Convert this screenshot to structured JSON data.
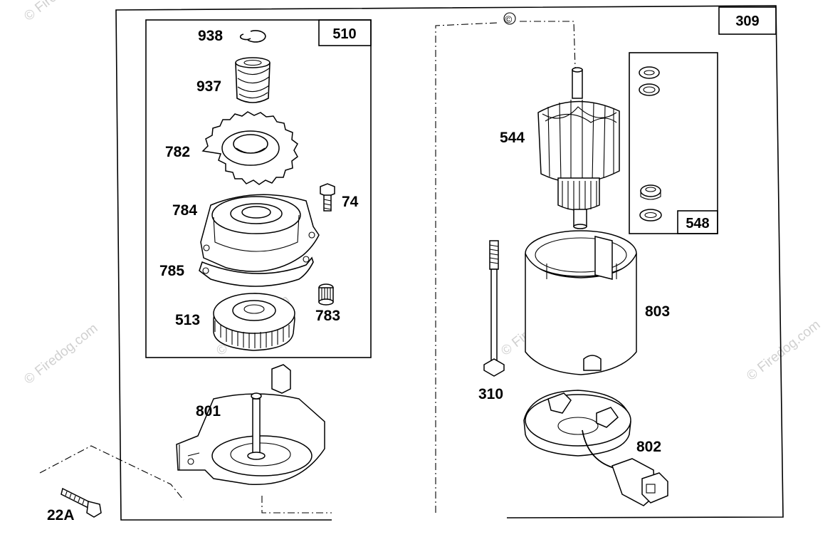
{
  "boxes": {
    "main": "309",
    "gear_assembly": "510",
    "washers": "548"
  },
  "parts": {
    "p938": "938",
    "p937": "937",
    "p782": "782",
    "p784": "784",
    "p74": "74",
    "p785": "785",
    "p513": "513",
    "p783": "783",
    "p801": "801",
    "p22a": "22A",
    "p544": "544",
    "p310": "310",
    "p803": "803",
    "p802": "802"
  },
  "watermark": {
    "text": "© Firedog.com",
    "copyright": "©"
  }
}
